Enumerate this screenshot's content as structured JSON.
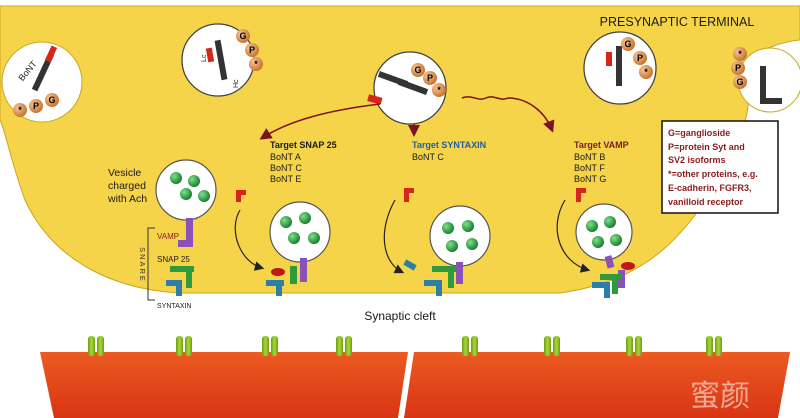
{
  "labels": {
    "terminal": "PRESYNAPTIC TERMINAL",
    "cleft": "Synaptic cleft",
    "vesicle_line1": "Vesicle",
    "vesicle_line2": "charged",
    "vesicle_line3": "with Ach",
    "vamp": "VAMP",
    "snap25": "SNAP 25",
    "syntaxin": "SYNTAXIN",
    "snare": "SNARE",
    "bont": "BoNT",
    "lc": "Lc",
    "hc": "Hc",
    "g": "G",
    "p": "P",
    "star": "*"
  },
  "targets": [
    {
      "title": "Target SNAP 25",
      "items": [
        "BoNT A",
        "BoNT C",
        "BoNT E"
      ]
    },
    {
      "title": "Target SYNTAXIN",
      "items": [
        "BoNT C"
      ]
    },
    {
      "title": "Target VAMP",
      "items": [
        "BoNT B",
        "BoNT F",
        "BoNT G"
      ]
    }
  ],
  "legend": [
    "G=ganglioside",
    "P=protein Syt and",
    "SV2 isoforms",
    "*=other proteins, e.g.",
    "E-cadherin, FGFR3,",
    "vanilloid receptor"
  ],
  "watermark": "蜜颜",
  "colors": {
    "terminal": "#f6d44a",
    "muscle": "#e8401c",
    "receptor": "#8fc21e",
    "vamp": "#8a52b8",
    "snap": "#2f9a3c",
    "syntaxin": "#2a7fa8",
    "toxin_lc": "#d6261c",
    "toxin_hc": "#333333",
    "ganglioside": "#e89a3a",
    "legend_text": "#8b1a1a",
    "target_vamp": "#7a1a2a",
    "target_syntaxin": "#1f5f9a"
  }
}
